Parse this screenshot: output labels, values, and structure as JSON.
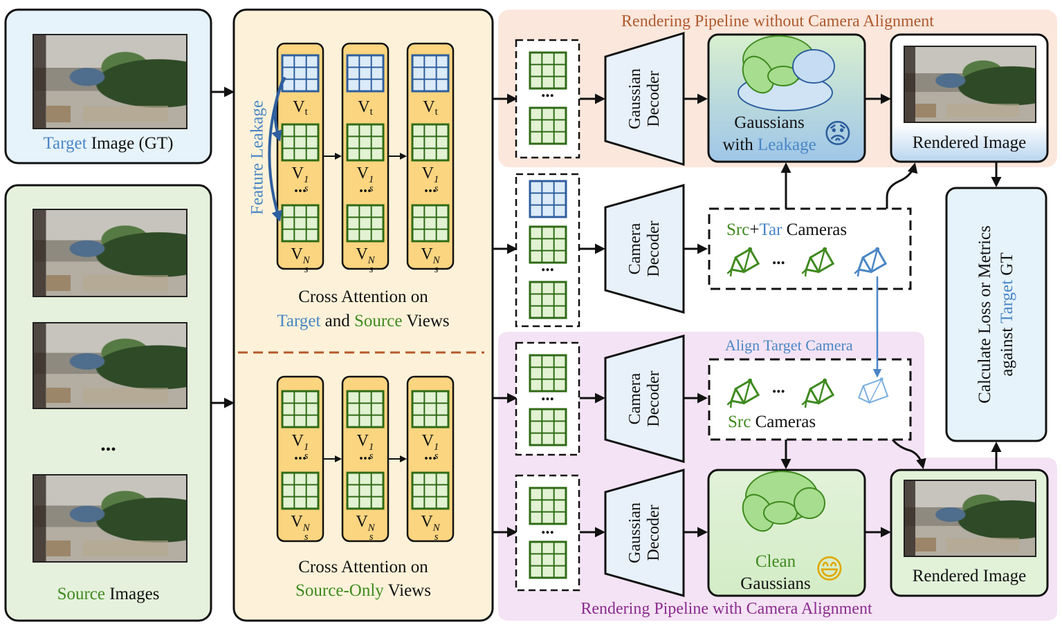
{
  "colors": {
    "target_blue": "#4a86c5",
    "source_green": "#3f8a1f",
    "pipeline_top_bg": "#fbe7dc",
    "pipeline_bottom_bg": "#f4e3f4",
    "attention_bg": "#fdf2d9",
    "target_box_bg": "#e6f3fb",
    "source_box_bg": "#e5f1dc",
    "token_fill": "#fbd580"
  },
  "left": {
    "target_word": "Target",
    "target_rest": " Image (GT)",
    "source_word": "Source",
    "source_rest": " Images",
    "ellipsis": "..."
  },
  "attention": {
    "leak_label": "Feature Leakage",
    "vt": "V",
    "vt_sub": "t",
    "vs": "V",
    "vs_sup1": "1",
    "vs_supN": "N",
    "vs_sub": "s",
    "dots": "...",
    "top_caption_1": "Cross Attention on",
    "top_caption_target": "Target",
    "top_caption_and": " and ",
    "top_caption_source": "Source",
    "top_caption_views": " Views",
    "bottom_caption_1": "Cross Attention on",
    "bottom_caption_source_only": "Source-Only",
    "bottom_caption_views": " Views"
  },
  "pipeline": {
    "top_title": "Rendering Pipeline without Camera Alignment",
    "bottom_title": "Rendering Pipeline with Camera Alignment",
    "token_dots": "...",
    "gaussian_decoder_1": "Gaussian",
    "gaussian_decoder_2": "Decoder",
    "camera_decoder_1": "Camera",
    "camera_decoder_2": "Decoder",
    "gaussians_leak_1": "Gaussians",
    "gaussians_leak_2a": "with ",
    "gaussians_leak_2b": "Leakage",
    "src_tar_src": "Src",
    "src_tar_plus": "+",
    "src_tar_tar": "Tar",
    "src_tar_rest": " Cameras",
    "align_label": "Align Target Camera",
    "src_cameras_src": "Src",
    "src_cameras_rest": " Cameras",
    "clean_1": "Clean",
    "clean_2": "Gaussians",
    "rendered_top": "Rendered Image",
    "rendered_bottom": "Rendered Image",
    "loss_1": "Calculate Loss or Metrics",
    "loss_2a": "against ",
    "loss_2b": "Target",
    "loss_2c": " GT",
    "sad_face": "😟",
    "happy_face": "😄"
  }
}
